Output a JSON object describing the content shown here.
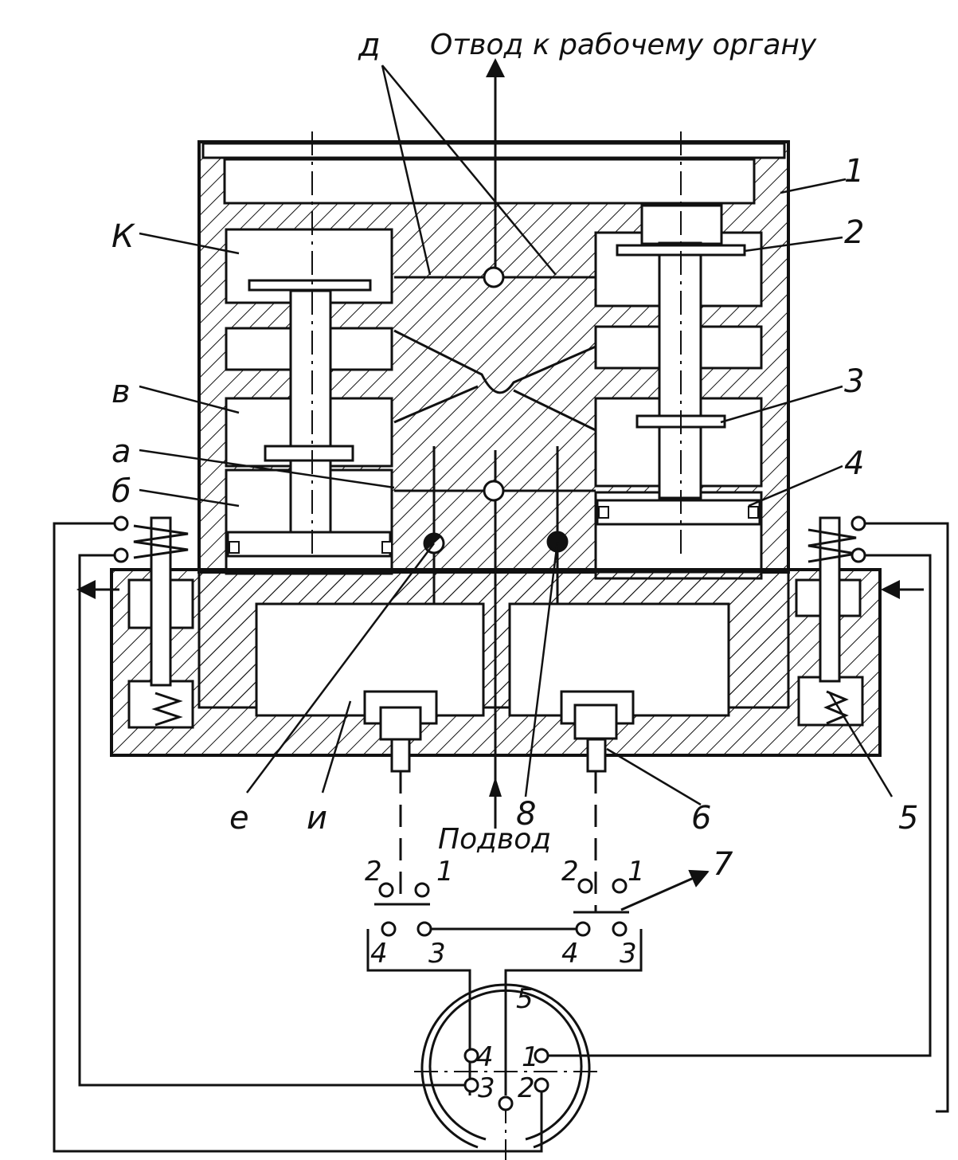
{
  "colors": {
    "ink": "#111111",
    "paper": "#ffffff"
  },
  "labels": {
    "outlet": "Отвод к рабочему органу",
    "inlet": "Подвод",
    "d": "д",
    "K": "К",
    "v": "в",
    "a": "а",
    "b": "б",
    "e": "е",
    "i": "и",
    "n1": "1",
    "n2": "2",
    "n3": "3",
    "n4": "4",
    "n5": "5",
    "n6": "6",
    "n7": "7",
    "n8": "8"
  },
  "terminals": {
    "left_top_2": "2",
    "left_top_1": "1",
    "right_top_2": "2",
    "right_top_1": "1",
    "left_bottom_4": "4",
    "left_bottom_3": "3",
    "right_bottom_4": "4",
    "right_bottom_3": "3"
  },
  "connector_pins": {
    "p1": "1",
    "p2": "2",
    "p3": "3",
    "p4": "4",
    "p5": "5"
  }
}
